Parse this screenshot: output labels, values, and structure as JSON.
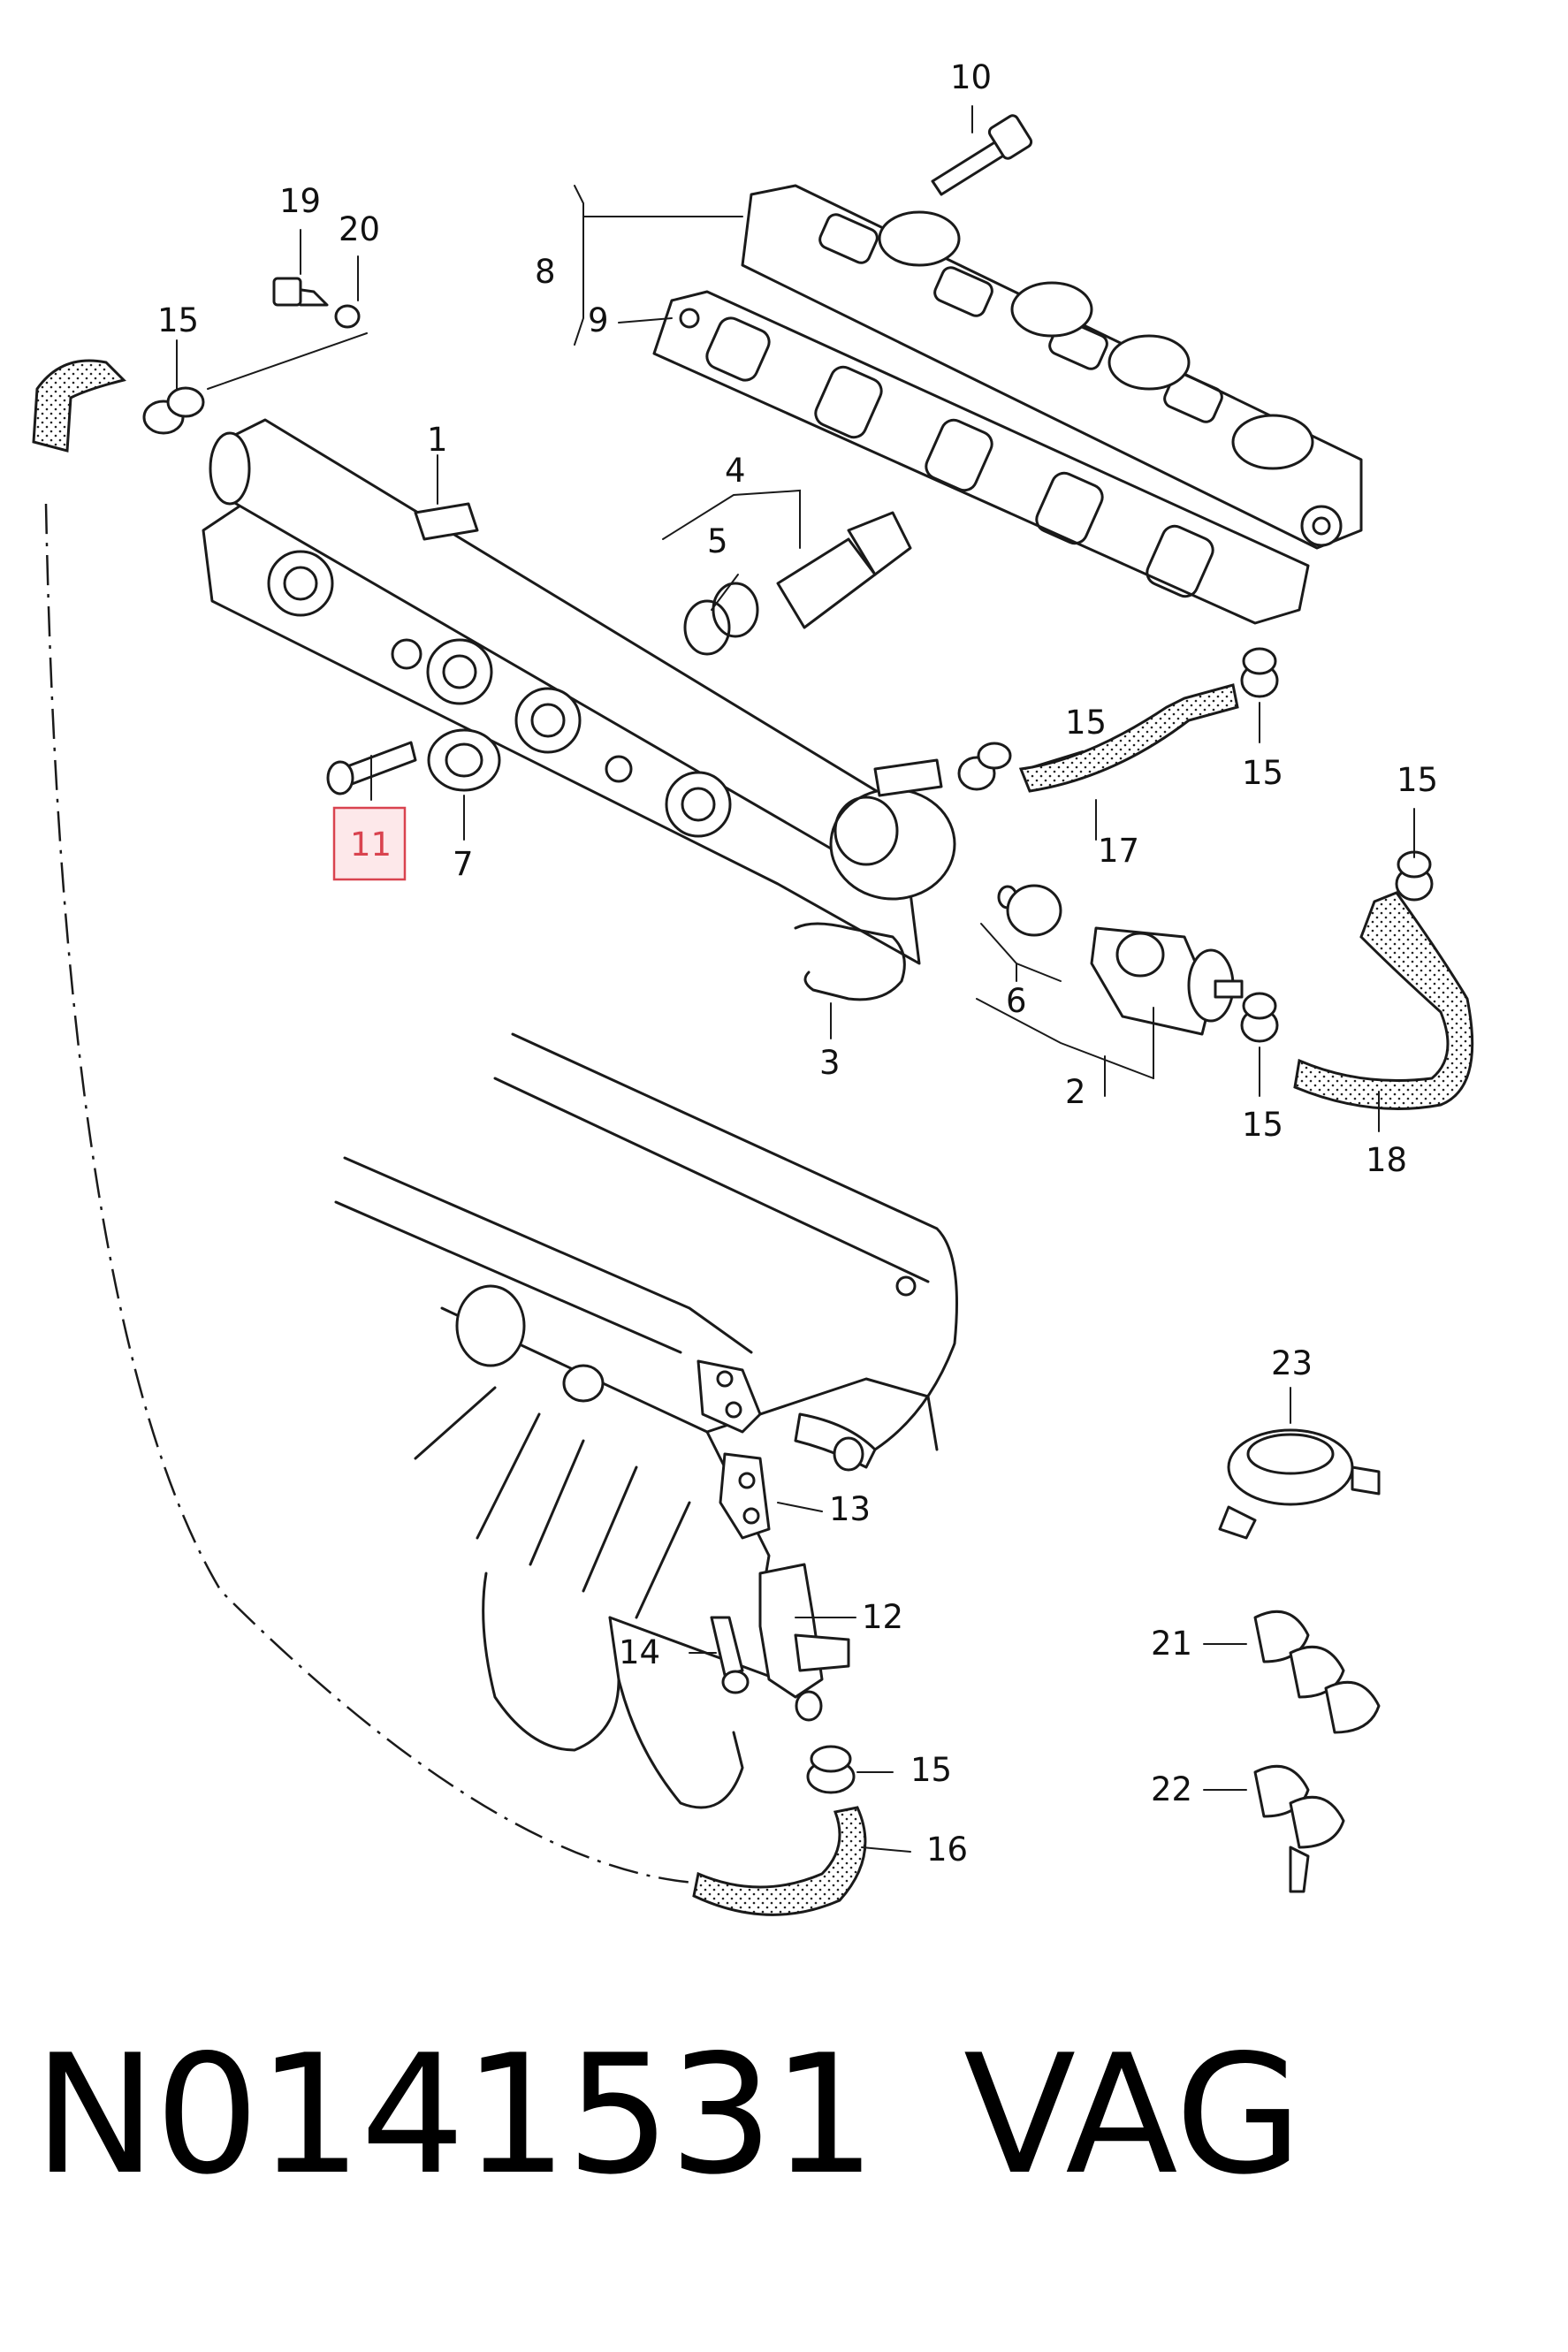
{
  "diagram": {
    "labels": [
      {
        "id": "1",
        "text": "1"
      },
      {
        "id": "2",
        "text": "2"
      },
      {
        "id": "3",
        "text": "3"
      },
      {
        "id": "4",
        "text": "4"
      },
      {
        "id": "5",
        "text": "5"
      },
      {
        "id": "6",
        "text": "6"
      },
      {
        "id": "7",
        "text": "7"
      },
      {
        "id": "8",
        "text": "8"
      },
      {
        "id": "9",
        "text": "9"
      },
      {
        "id": "10",
        "text": "10"
      },
      {
        "id": "11",
        "text": "11",
        "highlighted": true
      },
      {
        "id": "12",
        "text": "12"
      },
      {
        "id": "13",
        "text": "13"
      },
      {
        "id": "14",
        "text": "14"
      },
      {
        "id": "15a",
        "text": "15"
      },
      {
        "id": "15b",
        "text": "15"
      },
      {
        "id": "15c",
        "text": "15"
      },
      {
        "id": "15d",
        "text": "15"
      },
      {
        "id": "15e",
        "text": "15"
      },
      {
        "id": "15f",
        "text": "15"
      },
      {
        "id": "16",
        "text": "16"
      },
      {
        "id": "17",
        "text": "17"
      },
      {
        "id": "18",
        "text": "18"
      },
      {
        "id": "19",
        "text": "19"
      },
      {
        "id": "20",
        "text": "20"
      },
      {
        "id": "21",
        "text": "21"
      },
      {
        "id": "22",
        "text": "22"
      },
      {
        "id": "23",
        "text": "23"
      }
    ],
    "highlight_color": "#d9434f"
  },
  "footer": {
    "part_number": "N0141531",
    "brand": "VAG"
  }
}
